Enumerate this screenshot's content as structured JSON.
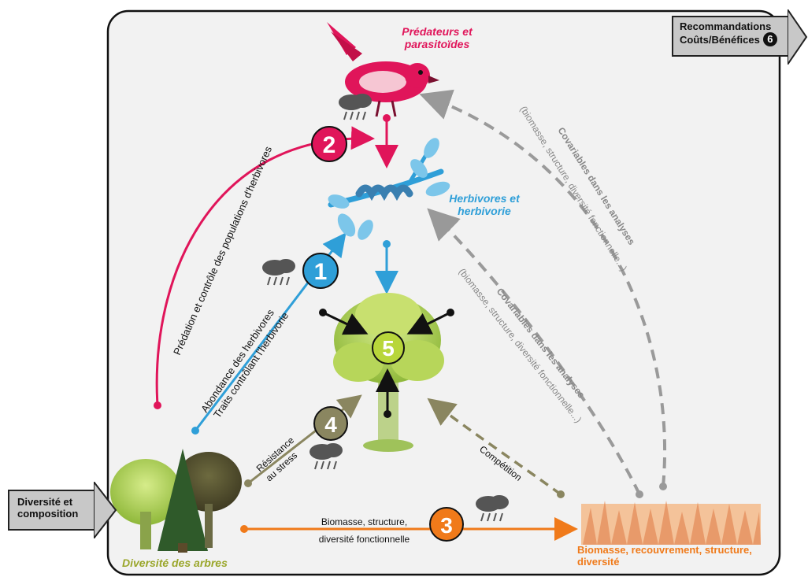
{
  "top_right_box": {
    "line1": "Recommandations",
    "line2": "Coûts/Bénéfices",
    "number": "6"
  },
  "left_box": {
    "line1": "Diversité et",
    "line2": "composition"
  },
  "predators": {
    "line1": "Prédateurs et",
    "line2": "parasitoïdes"
  },
  "herbivores": {
    "line1": "Herbivores et",
    "line2": "herbivorie"
  },
  "trees": {
    "label": "Diversité des arbres"
  },
  "understory": {
    "line1": "Biomasse, recouvrement, structure,",
    "line2": "diversité"
  },
  "arrow_predation": {
    "label": "Prédation et contrôle des populations d'herbivores"
  },
  "arrow_herbivores": {
    "line1": "Abondance des herbivores",
    "line2": "Traits contrôlant l'herbivorie"
  },
  "arrow_stress": {
    "line1": "Résistance",
    "line2": "au stress"
  },
  "arrow_biomass": {
    "line1": "Biomasse, structure,",
    "line2": "diversité fonctionnelle"
  },
  "arrow_competition": {
    "label": "Compétition"
  },
  "covariables_outer": {
    "line1": "Covariables dans les analyses",
    "line2": "(biomasse, structure, diversité fonctionnelle...)"
  },
  "covariables_inner": {
    "line1": "Covariables dans les analyses",
    "line2": "(biomasse, structure, diversité fonctionnelle...)"
  },
  "numbers": {
    "n1": "1",
    "n2": "2",
    "n3": "3",
    "n4": "4",
    "n5": "5"
  },
  "colors": {
    "pink": "#e0155a",
    "blue": "#2f9fd8",
    "orange": "#f07a1a",
    "olive": "#8a8660",
    "green": "#a6c93a",
    "grey": "#9a9a9a"
  },
  "icons": [
    "rain-cloud-icon",
    "bird-icon",
    "caterpillar-branch-icon",
    "tree-icon",
    "forest-icon",
    "grass-icon"
  ]
}
